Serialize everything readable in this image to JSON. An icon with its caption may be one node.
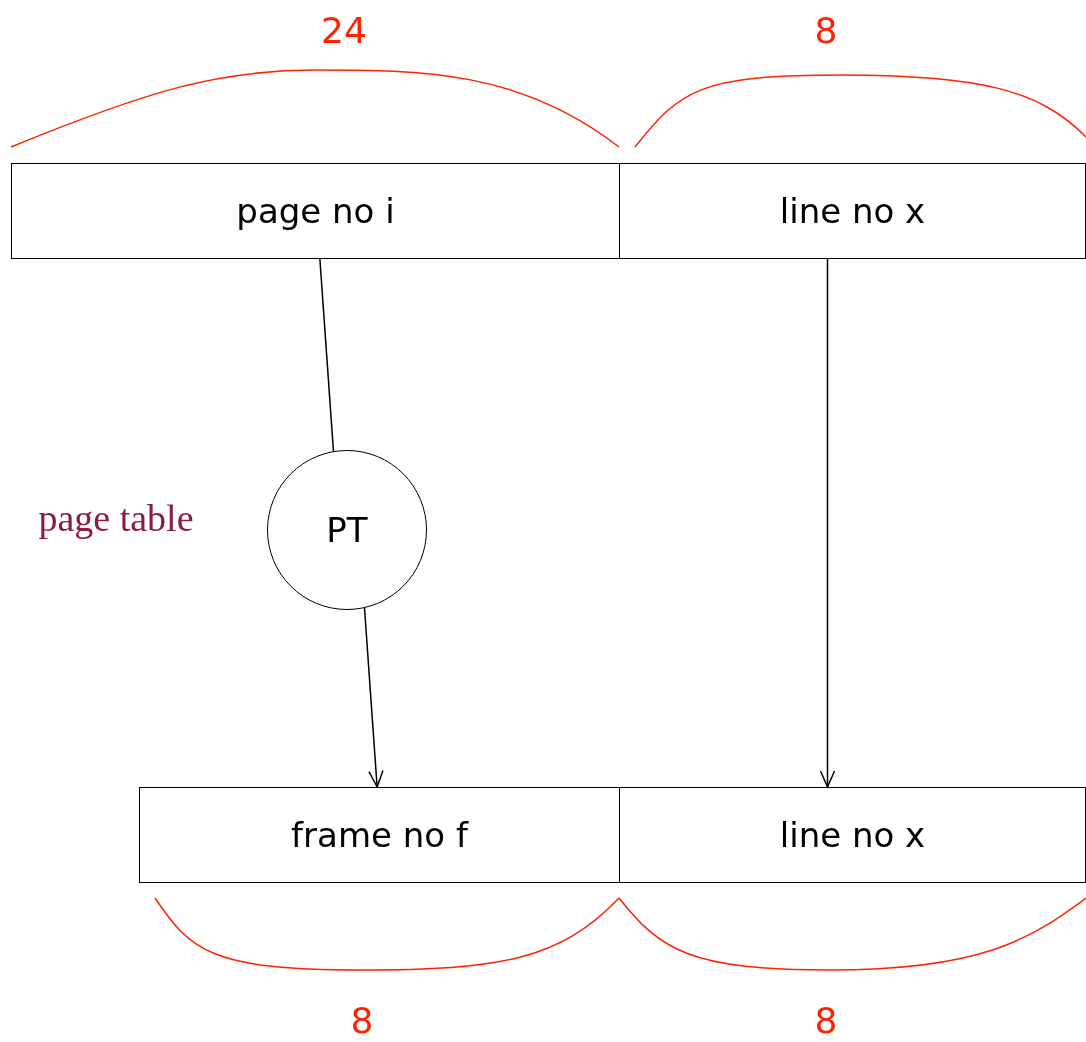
{
  "diagram": {
    "nodes": [
      {
        "text": [
          "page no i"
        ]
      },
      {
        "text": [
          "line no x"
        ]
      },
      {
        "text": [
          "PT"
        ]
      },
      {
        "text": [
          "frame no f"
        ]
      },
      {
        "text": [
          "line no x"
        ]
      }
    ],
    "edges": [
      {
        "from": 0,
        "to": 2,
        "arrow": "none"
      },
      {
        "from": 2,
        "to": 3,
        "arrow": "to"
      },
      {
        "from": 1,
        "to": 4,
        "arrow": "to"
      }
    ],
    "labels": [
      "24",
      "8",
      "page table",
      "8",
      "8"
    ]
  }
}
